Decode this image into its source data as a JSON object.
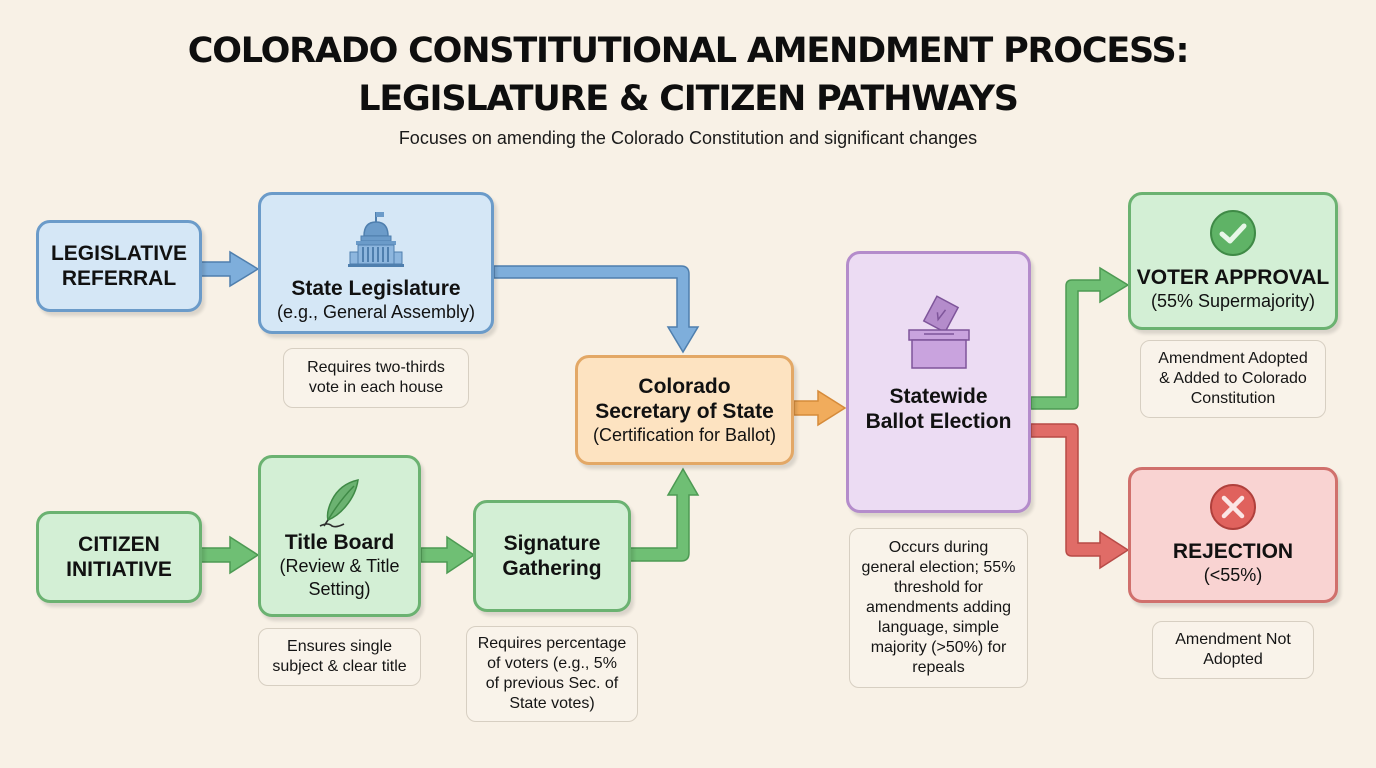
{
  "header": {
    "title_line1": "COLORADO CONSTITUTIONAL AMENDMENT PROCESS:",
    "title_line2": "LEGISLATURE & CITIZEN PATHWAYS",
    "subtitle": "Focuses on amending the Colorado Constitution and significant changes"
  },
  "colors": {
    "legislative": "#6b9bc9",
    "citizen": "#6bb271",
    "secretary": "#e3a866",
    "election": "#b48ccb",
    "approval": "#6bb271",
    "rejection": "#d0706c",
    "background": "#f8f1e6"
  },
  "legislative_path": {
    "start": {
      "line1": "LEGISLATIVE",
      "line2": "REFERRAL"
    },
    "legislature": {
      "icon": "capitol-building-icon",
      "title": "State Legislature",
      "subtitle": "(e.g., General Assembly)",
      "note_line1": "Requires two-thirds",
      "note_line2": "vote in each house"
    }
  },
  "citizen_path": {
    "start": {
      "line1": "CITIZEN",
      "line2": "INITIATIVE"
    },
    "title_board": {
      "icon": "quill-pen-icon",
      "title": "Title Board",
      "subtitle_line1": "(Review & Title",
      "subtitle_line2": "Setting)",
      "note_line1": "Ensures single",
      "note_line2": "subject & clear title"
    },
    "signature": {
      "title_line1": "Signature",
      "title_line2": "Gathering",
      "note_line1": "Requires percentage",
      "note_line2": "of voters (e.g., 5%",
      "note_line3": "of previous Sec. of",
      "note_line4": "State votes)"
    }
  },
  "secretary": {
    "line1": "Colorado",
    "line2": "Secretary of State",
    "line3": "(Certification for Ballot)"
  },
  "election": {
    "icon": "ballot-box-icon",
    "line1": "Statewide",
    "line2": "Ballot Election",
    "note_lines": [
      "Occurs during",
      "general election; 55%",
      "threshold for",
      "amendments adding",
      "language, simple",
      "majority (>50%) for",
      "repeals"
    ]
  },
  "outcomes": {
    "approval": {
      "icon": "checkmark-circle-icon",
      "title": "VOTER APPROVAL",
      "subtitle": "(55% Supermajority)",
      "note_lines": [
        "Amendment Adopted",
        "& Added to Colorado",
        "Constitution"
      ]
    },
    "rejection": {
      "icon": "x-circle-icon",
      "title": "REJECTION",
      "subtitle": "(<55%)",
      "note_lines": [
        "Amendment Not",
        "Adopted"
      ]
    }
  }
}
